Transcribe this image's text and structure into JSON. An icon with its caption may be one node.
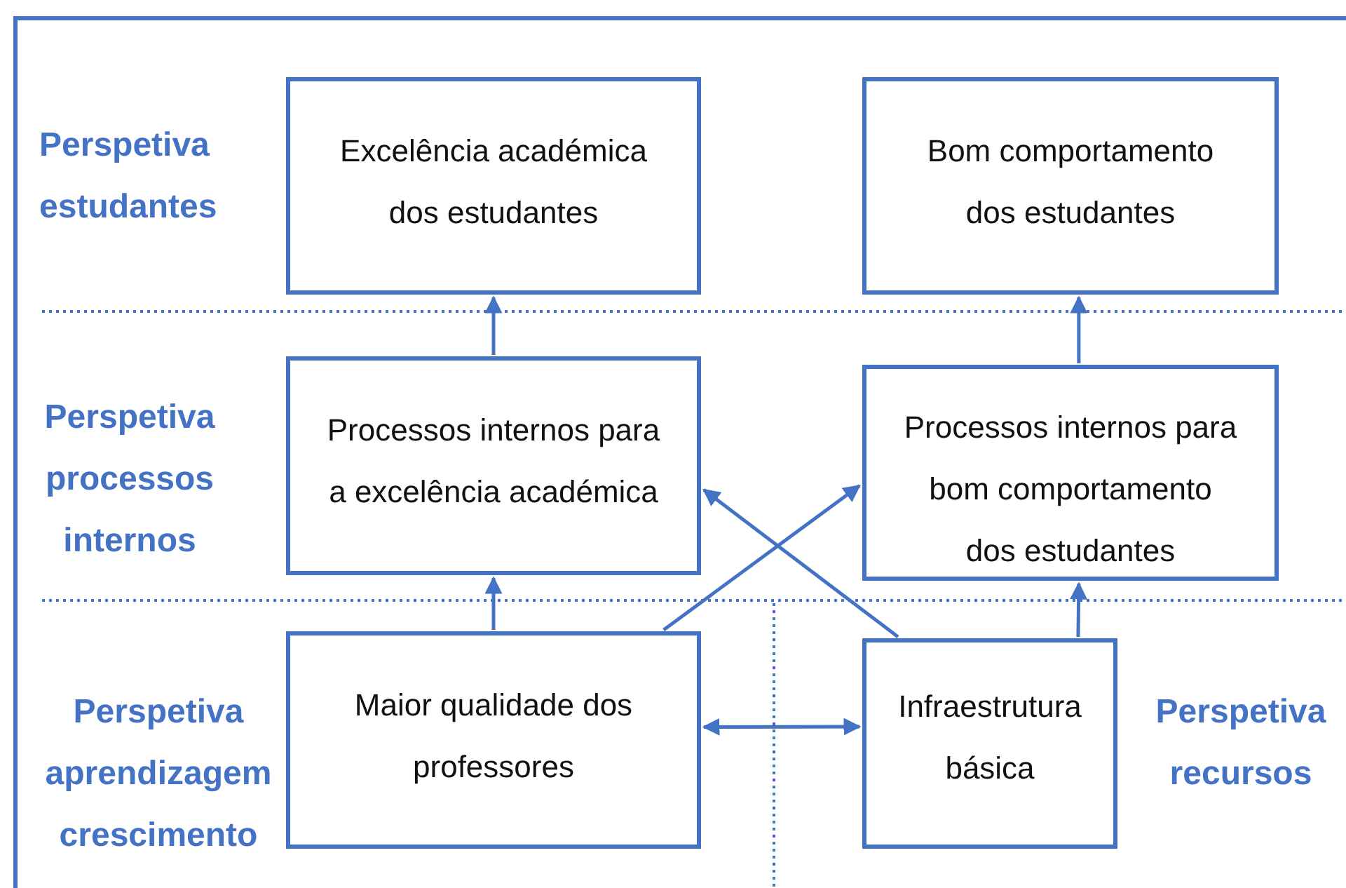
{
  "diagram": {
    "nodes": [
      {
        "text": [
          "Excelência académica dos estudantes"
        ]
      },
      {
        "text": [
          "Bom comportamento dos estudantes"
        ]
      },
      {
        "text": [
          "Processos internos para a excelência académica"
        ]
      },
      {
        "text": [
          "Processos internos para bom comportamento dos estudantes"
        ]
      },
      {
        "text": [
          "Maior qualidade dos professores"
        ]
      },
      {
        "text": [
          "Infraestrutura básica"
        ]
      }
    ],
    "edges": [
      {
        "from": 2,
        "to": 0,
        "arrow": "to"
      },
      {
        "from": 3,
        "to": 1,
        "arrow": "to"
      },
      {
        "from": 4,
        "to": 2,
        "arrow": "to"
      },
      {
        "from": 5,
        "to": 3,
        "arrow": "to"
      },
      {
        "from": 4,
        "to": 3,
        "arrow": "to"
      },
      {
        "from": 5,
        "to": 2,
        "arrow": "to"
      },
      {
        "from": 4,
        "to": 5,
        "arrow": "both"
      }
    ],
    "labels": [
      "Perspetiva estudantes",
      "Perspetiva processos internos",
      "Perspetiva aprendizagem crescimento",
      "Perspetiva recursos"
    ]
  }
}
